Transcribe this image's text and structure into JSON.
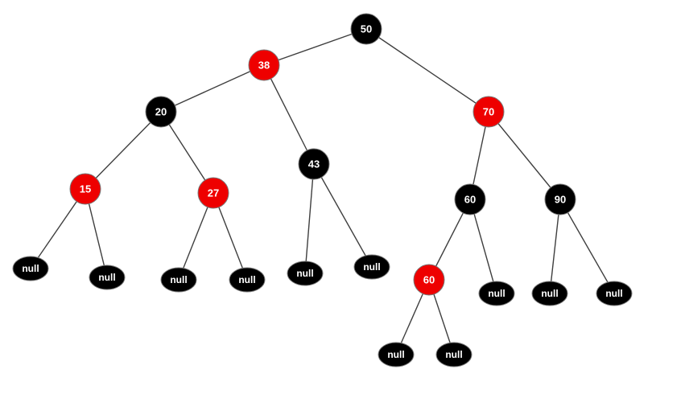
{
  "colors": {
    "red": "#ee0000",
    "black": "#000000",
    "label_on_red": "#ffffff",
    "label_on_black": "#ffffff",
    "edge": "#3f3f3f"
  },
  "tree": {
    "type": "red-black-tree",
    "nodes": [
      {
        "id": "n50",
        "label": "50",
        "color": "black",
        "kind": "key"
      },
      {
        "id": "n38",
        "label": "38",
        "color": "red",
        "kind": "key"
      },
      {
        "id": "n70",
        "label": "70",
        "color": "red",
        "kind": "key"
      },
      {
        "id": "n20",
        "label": "20",
        "color": "black",
        "kind": "key"
      },
      {
        "id": "n43",
        "label": "43",
        "color": "black",
        "kind": "key"
      },
      {
        "id": "n60a",
        "label": "60",
        "color": "black",
        "kind": "key"
      },
      {
        "id": "n90",
        "label": "90",
        "color": "black",
        "kind": "key"
      },
      {
        "id": "n15",
        "label": "15",
        "color": "red",
        "kind": "key"
      },
      {
        "id": "n27",
        "label": "27",
        "color": "red",
        "kind": "key"
      },
      {
        "id": "n60b",
        "label": "60",
        "color": "red",
        "kind": "key"
      },
      {
        "id": "null15l",
        "label": "null",
        "color": "black",
        "kind": "null"
      },
      {
        "id": "null15r",
        "label": "null",
        "color": "black",
        "kind": "null"
      },
      {
        "id": "null27l",
        "label": "null",
        "color": "black",
        "kind": "null"
      },
      {
        "id": "null27r",
        "label": "null",
        "color": "black",
        "kind": "null"
      },
      {
        "id": "null43l",
        "label": "null",
        "color": "black",
        "kind": "null"
      },
      {
        "id": "null43r",
        "label": "null",
        "color": "black",
        "kind": "null"
      },
      {
        "id": "null60ar",
        "label": "null",
        "color": "black",
        "kind": "null"
      },
      {
        "id": "null90l",
        "label": "null",
        "color": "black",
        "kind": "null"
      },
      {
        "id": "null90r",
        "label": "null",
        "color": "black",
        "kind": "null"
      },
      {
        "id": "null60bl",
        "label": "null",
        "color": "black",
        "kind": "null"
      },
      {
        "id": "null60br",
        "label": "null",
        "color": "black",
        "kind": "null"
      }
    ],
    "edges": [
      [
        "n50",
        "n38"
      ],
      [
        "n50",
        "n70"
      ],
      [
        "n38",
        "n20"
      ],
      [
        "n38",
        "n43"
      ],
      [
        "n20",
        "n15"
      ],
      [
        "n20",
        "n27"
      ],
      [
        "n15",
        "null15l"
      ],
      [
        "n15",
        "null15r"
      ],
      [
        "n27",
        "null27l"
      ],
      [
        "n27",
        "null27r"
      ],
      [
        "n43",
        "null43l"
      ],
      [
        "n43",
        "null43r"
      ],
      [
        "n70",
        "n60a"
      ],
      [
        "n70",
        "n90"
      ],
      [
        "n60a",
        "n60b"
      ],
      [
        "n60a",
        "null60ar"
      ],
      [
        "n90",
        "null90l"
      ],
      [
        "n90",
        "null90r"
      ],
      [
        "n60b",
        "null60bl"
      ],
      [
        "n60b",
        "null60br"
      ]
    ]
  }
}
